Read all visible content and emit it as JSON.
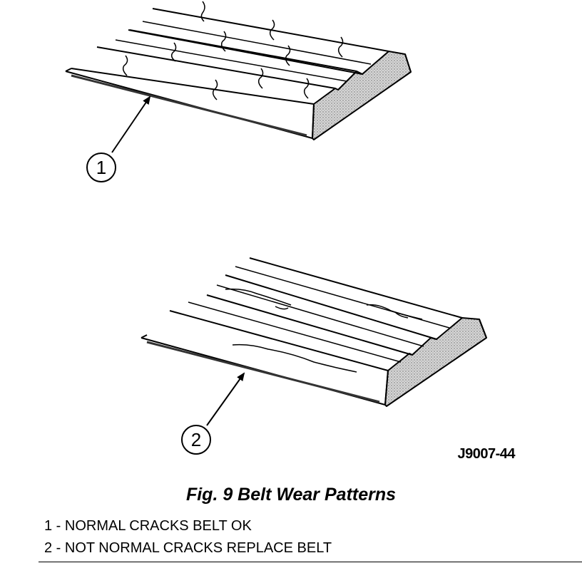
{
  "figure": {
    "figure_id": "J9007-44",
    "callouts": [
      {
        "number": "1"
      },
      {
        "number": "2"
      }
    ]
  },
  "caption": "Fig. 9 Belt Wear Patterns",
  "legend": [
    "1 - NORMAL CRACKS BELT OK",
    "2 - NOT NORMAL CRACKS REPLACE BELT"
  ],
  "colors": {
    "line": "#000000",
    "rubber_section": "#bdbdbd"
  }
}
